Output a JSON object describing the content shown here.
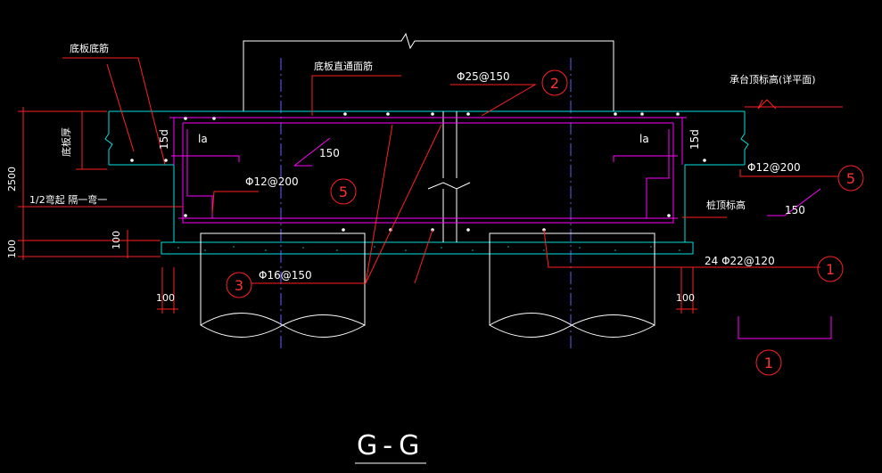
{
  "title": "G-G",
  "labels": {
    "bottom_bottom_rebar": "底板底筋",
    "bottom_top_through_rebar": "底板直通面筋",
    "bottom_thickness": "底板厚",
    "cap_top_elevation": "承台顶标高(详平面)",
    "pile_top_elevation": "桩顶标高",
    "half_bend": "1/2弯起 隔一弯一",
    "rebar_2": "Φ25@150",
    "rebar_5_left": "Φ12@200",
    "rebar_5_right": "Φ12@200",
    "rebar_3": "Φ16@150",
    "rebar_1": "24 Φ22@120",
    "la_left": "la",
    "la_right": "la",
    "len_150_left": "150",
    "len_150_right": "150",
    "d15_left": "15d",
    "d15_right": "15d"
  },
  "dimensions": {
    "h2500": "2500",
    "h100_a": "100",
    "h100_b": "100",
    "w100_left": "100",
    "w100_right": "100"
  },
  "markers": {
    "m2": "2",
    "m5_left": "5",
    "m5_right": "5",
    "m3": "3",
    "m1": "1",
    "m1_detail": "1"
  },
  "colors": {
    "background": "#000000",
    "outline": "#ffffff",
    "concrete": "#00e0e0",
    "rebar": "#ff00ff",
    "leader": "#ff2020",
    "axis": "#6060ff"
  }
}
